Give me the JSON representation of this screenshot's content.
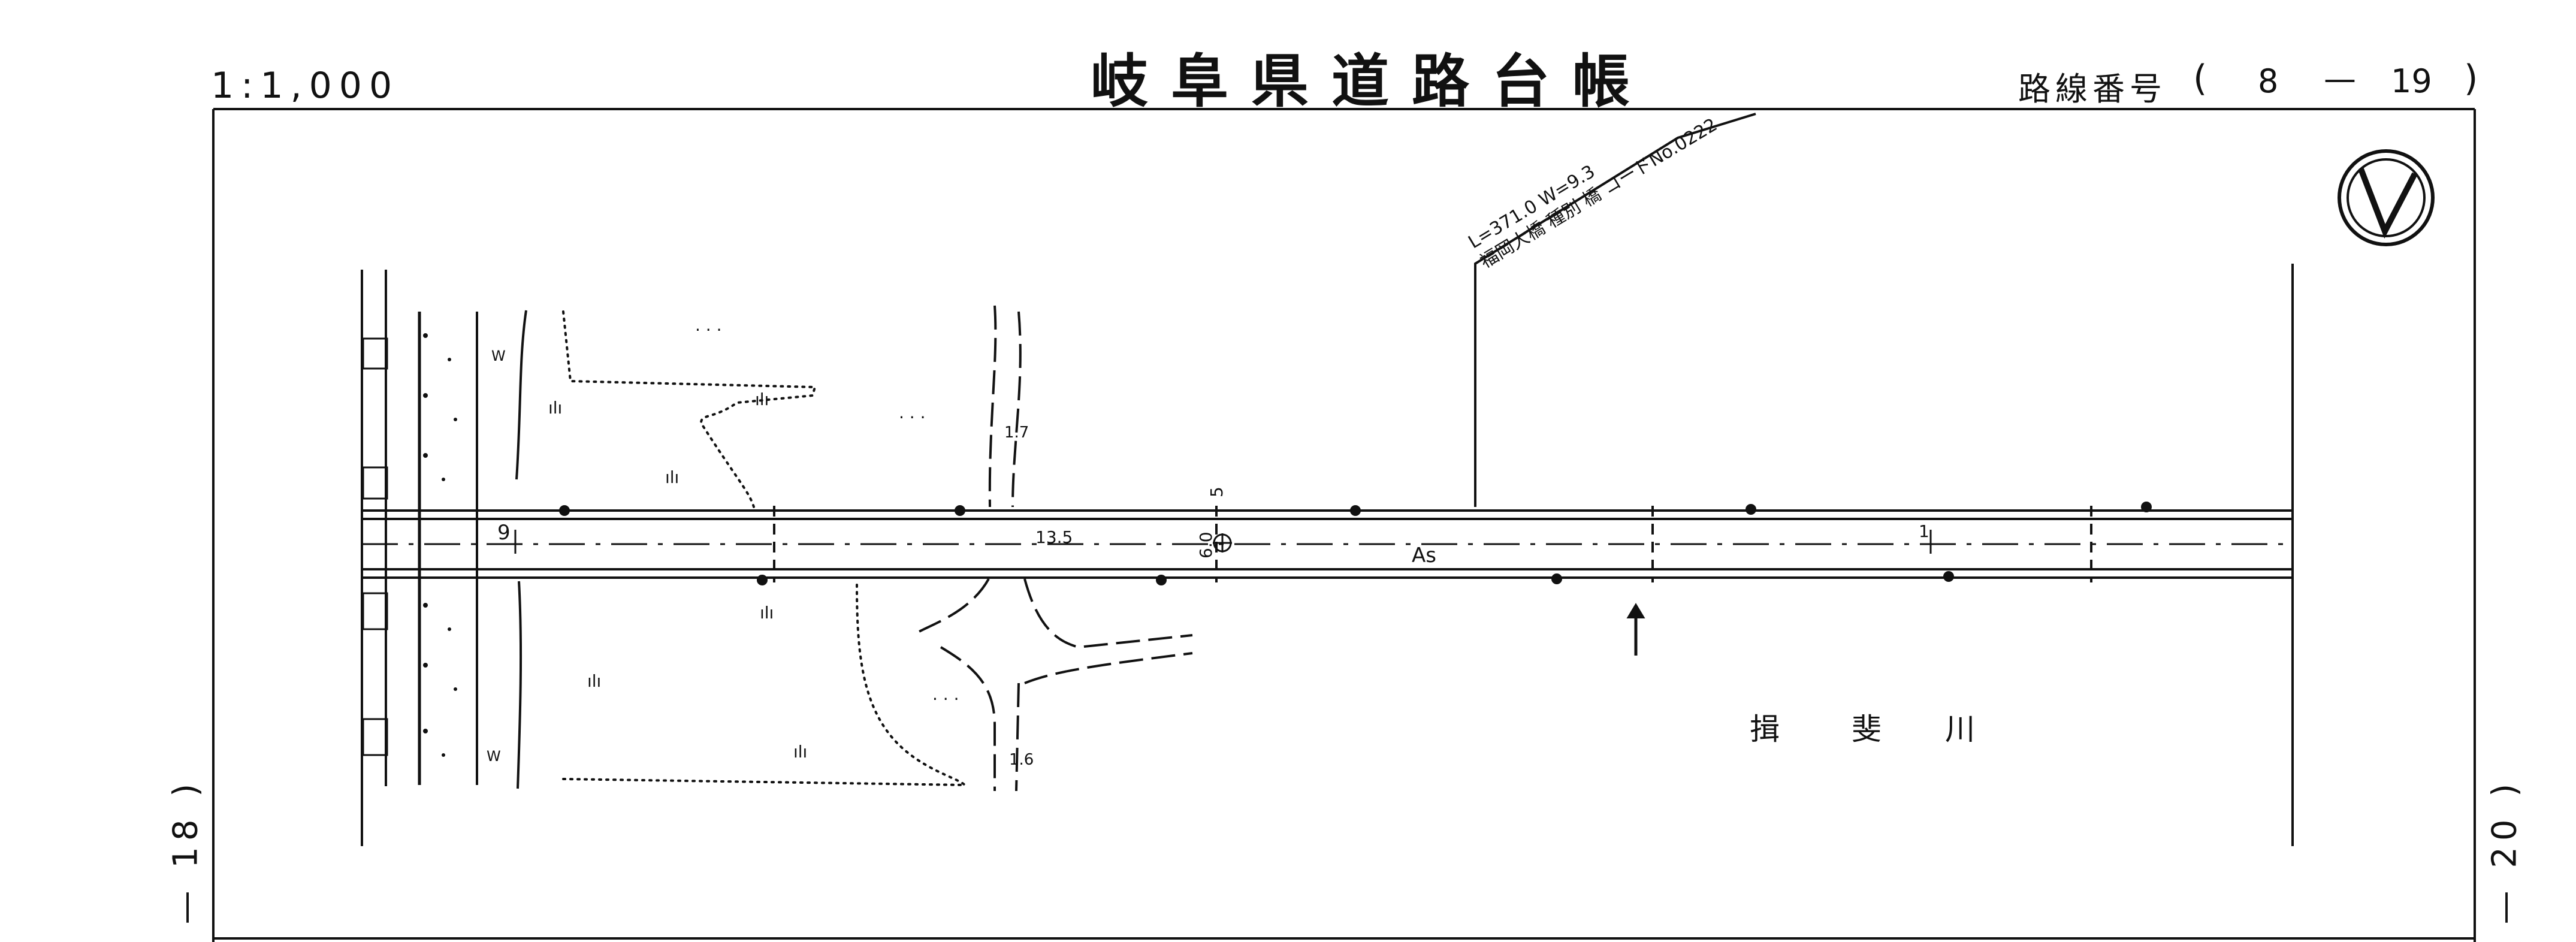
{
  "header": {
    "title": "岐阜県道路台帳",
    "scale": "1:1,000",
    "route_label": "路線番号",
    "route_open": "(",
    "route_number_a": "8",
    "route_dash": "—",
    "route_number_b": "19",
    "route_close": ")"
  },
  "side_labels": {
    "left_sheet": "— 18 )",
    "right_sheet": "— 20 )"
  },
  "bridge": {
    "line1": "L=371.0   W=9.3",
    "line2": "福岡大橋 種別 橋 コードNo.0222"
  },
  "river_name": [
    "揖",
    "斐",
    "川"
  ],
  "map_labels": {
    "width_left": "9",
    "dim_center": "13.5",
    "dim_vertical": "6.0",
    "dim_top": "5",
    "surface": "As",
    "right_width": "1",
    "contour_upper": "1.7",
    "contour_lower": "1.6",
    "water_upper": "W",
    "water_lower": "W"
  },
  "colors": {
    "ink": "#111111",
    "paper": "#ffffff"
  },
  "icons": {
    "north_arrow": "north-arrow-icon",
    "flow_arrow": "flow-direction-arrow"
  }
}
